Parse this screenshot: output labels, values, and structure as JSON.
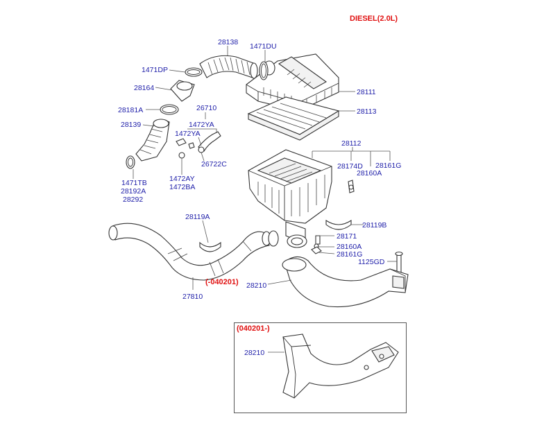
{
  "header": {
    "variant_title": "DIESEL(2.0L)"
  },
  "notes": {
    "upto": "(-040201)",
    "from": "(040201-)"
  },
  "colors": {
    "label": "#1c1ca8",
    "accent": "#e01010",
    "line": "#333333"
  },
  "labels": {
    "p28138": "28138",
    "p1471DU": "1471DU",
    "p1471DP": "1471DP",
    "p28164": "28164",
    "p28111": "28111",
    "p28181A": "28181A",
    "p26710": "26710",
    "p28113": "28113",
    "p28139": "28139",
    "p1472YA_a": "1472YA",
    "p1472YA_b": "1472YA",
    "p28112": "28112",
    "p28174D": "28174D",
    "p28161G_top": "28161G",
    "p28160A_top": "28160A",
    "p26722C": "26722C",
    "p1471TB": "1471TB",
    "p28192A": "28192A",
    "p28292": "28292",
    "p1472AY": "1472AY",
    "p1472BA": "1472BA",
    "p28119A": "28119A",
    "p28119B": "28119B",
    "p28171": "28171",
    "p28160A_bot": "28160A",
    "p28161G_bot": "28161G",
    "p1125GD": "1125GD",
    "p28210": "28210",
    "p27810": "27810",
    "p28210_inset": "28210"
  }
}
